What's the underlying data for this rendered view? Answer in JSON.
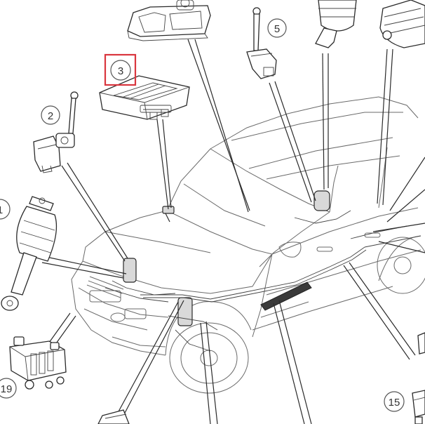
{
  "diagram": {
    "callouts": [
      {
        "id": "c1",
        "label": "1"
      },
      {
        "id": "c2",
        "label": "2"
      },
      {
        "id": "c3",
        "label": "3",
        "highlighted": true
      },
      {
        "id": "c5",
        "label": "5"
      },
      {
        "id": "c15",
        "label": "15"
      },
      {
        "id": "c19",
        "label": "19"
      }
    ],
    "colors": {
      "highlight": "#d9363e",
      "line": "#2a2a2a",
      "vehicle_line": "#6a6a6a",
      "background": "#ffffff"
    },
    "components": [
      {
        "name": "front-air-spring-strut-1"
      },
      {
        "name": "height-sensor-2"
      },
      {
        "name": "control-module-3"
      },
      {
        "name": "height-sensor-5"
      },
      {
        "name": "air-spring-top-right"
      },
      {
        "name": "rear-air-spring-bellows"
      },
      {
        "name": "compressor-valve-block-19"
      },
      {
        "name": "component-15"
      },
      {
        "name": "instrument-panel-top"
      }
    ]
  }
}
